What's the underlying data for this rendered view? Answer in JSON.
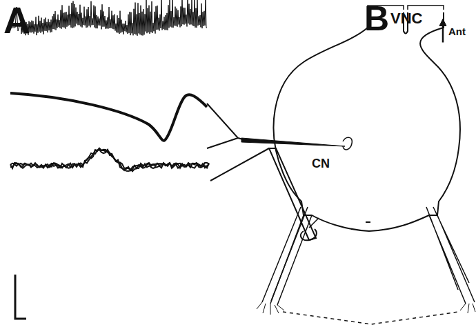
{
  "diagram": {
    "labels": [
      "A",
      "B",
      "VNC",
      "Ant",
      "CN"
    ]
  }
}
